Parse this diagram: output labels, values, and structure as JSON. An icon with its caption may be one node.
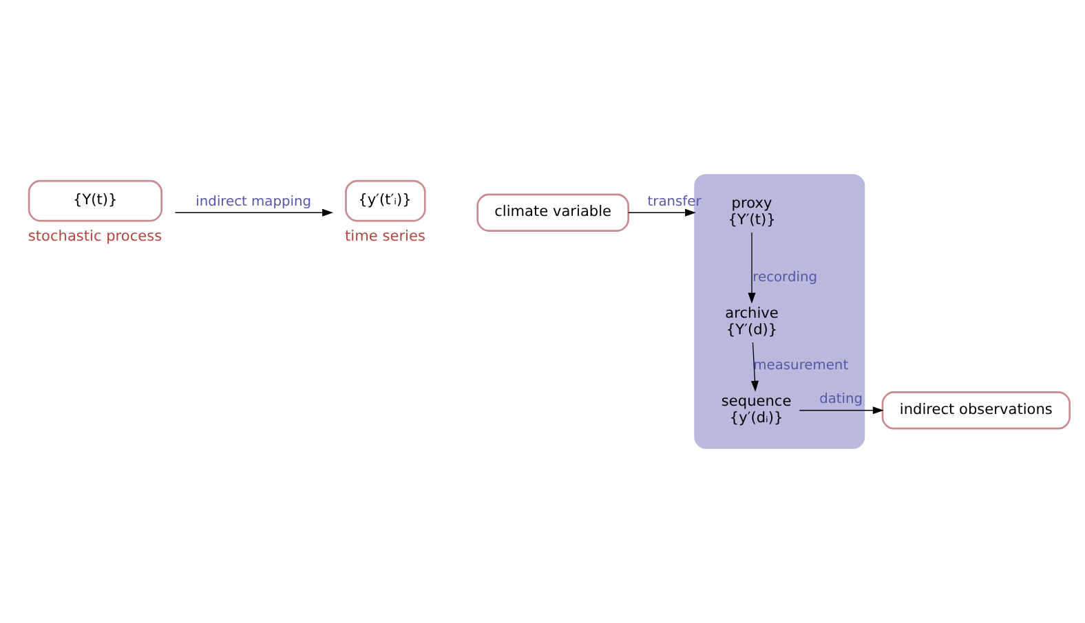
{
  "diagram": {
    "nodes": [
      {
        "text": [
          "{Y(t)}"
        ],
        "beside": [
          "stochastic process"
        ]
      },
      {
        "text": [
          "{y′(t′ᵢ)}"
        ],
        "beside": [
          "time series"
        ]
      },
      {
        "text": [
          "climate variable"
        ]
      },
      {
        "text": [],
        "shape": "box"
      },
      {
        "text": [
          "proxy",
          "{Y′(t)}"
        ],
        "in": 3
      },
      {
        "text": [
          "archive",
          "{Y′(d)}"
        ],
        "in": 3
      },
      {
        "text": [
          "sequence",
          "{y′(dᵢ)}"
        ],
        "in": 3
      },
      {
        "text": [
          "indirect observations"
        ]
      }
    ],
    "edges": [
      {
        "from": 0,
        "to": 1,
        "arrow": "to",
        "label": "indirect mapping"
      },
      {
        "from": 2,
        "to": 3,
        "arrow": "to",
        "label": "transfer"
      },
      {
        "from": 4,
        "to": 5,
        "arrow": "to",
        "label": "recording"
      },
      {
        "from": 5,
        "to": 6,
        "arrow": "to",
        "label": "measurement"
      },
      {
        "from": 6,
        "to": 7,
        "arrow": "to",
        "label": "dating"
      }
    ]
  }
}
